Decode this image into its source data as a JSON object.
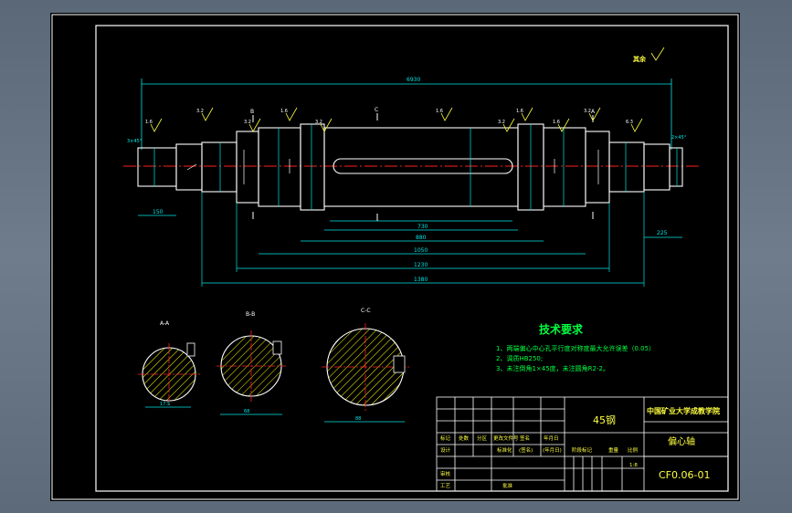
{
  "surface_finish_note": "其余",
  "overall_length": "6930",
  "section_labels": {
    "a": "A",
    "b": "B",
    "c": "C"
  },
  "dimensions": {
    "left_end": "150",
    "right_end": "225",
    "d730": "730",
    "d880": "880",
    "d1050": "1050",
    "d1230": "1230",
    "d1380": "1380",
    "left_chamfer": "3×45°",
    "right_chamfer": "2×45°"
  },
  "roughness_values": [
    "1.6",
    "3.2",
    "3.2",
    "1.6",
    "3.2",
    "1.6",
    "3.2",
    "1.6",
    "1.6",
    "3.2",
    "6.3"
  ],
  "sections": [
    {
      "title": "A-A",
      "dim": "17.5"
    },
    {
      "title": "B-B",
      "dim": "68"
    },
    {
      "title": "C-C",
      "dim": "88"
    }
  ],
  "tech_requirements": {
    "title": "技术要求",
    "items": [
      "1、两端偏心中心孔平行度对称度最大允许误差（0.05）",
      "2、调质HB250;",
      "3、未注倒角1×45度，未注圆角R2-2。"
    ]
  },
  "title_block": {
    "material": "45钢",
    "school": "中国矿业大学成教学院",
    "part_name": "偏心轴",
    "drawing_no": "CF0.06-01",
    "scale": "1:8",
    "headers": [
      "标记",
      "处数",
      "分区",
      "更改文件号",
      "签名",
      "年月日"
    ],
    "row2": [
      "设计",
      "",
      "",
      "标准化",
      "(签名)",
      "(年月日)"
    ],
    "stage_mark": "阶段标记",
    "weight": "重量",
    "ratio": "比例",
    "review": "审核",
    "process": "工艺",
    "approve": "批准"
  },
  "colors": {
    "background": "#000000",
    "outline": "#ffffff",
    "dimension": "#00e5e5",
    "centerline": "#ff2020",
    "text": "#00ff40",
    "note_yellow": "#ffff40",
    "hatch": "#ffff00"
  }
}
